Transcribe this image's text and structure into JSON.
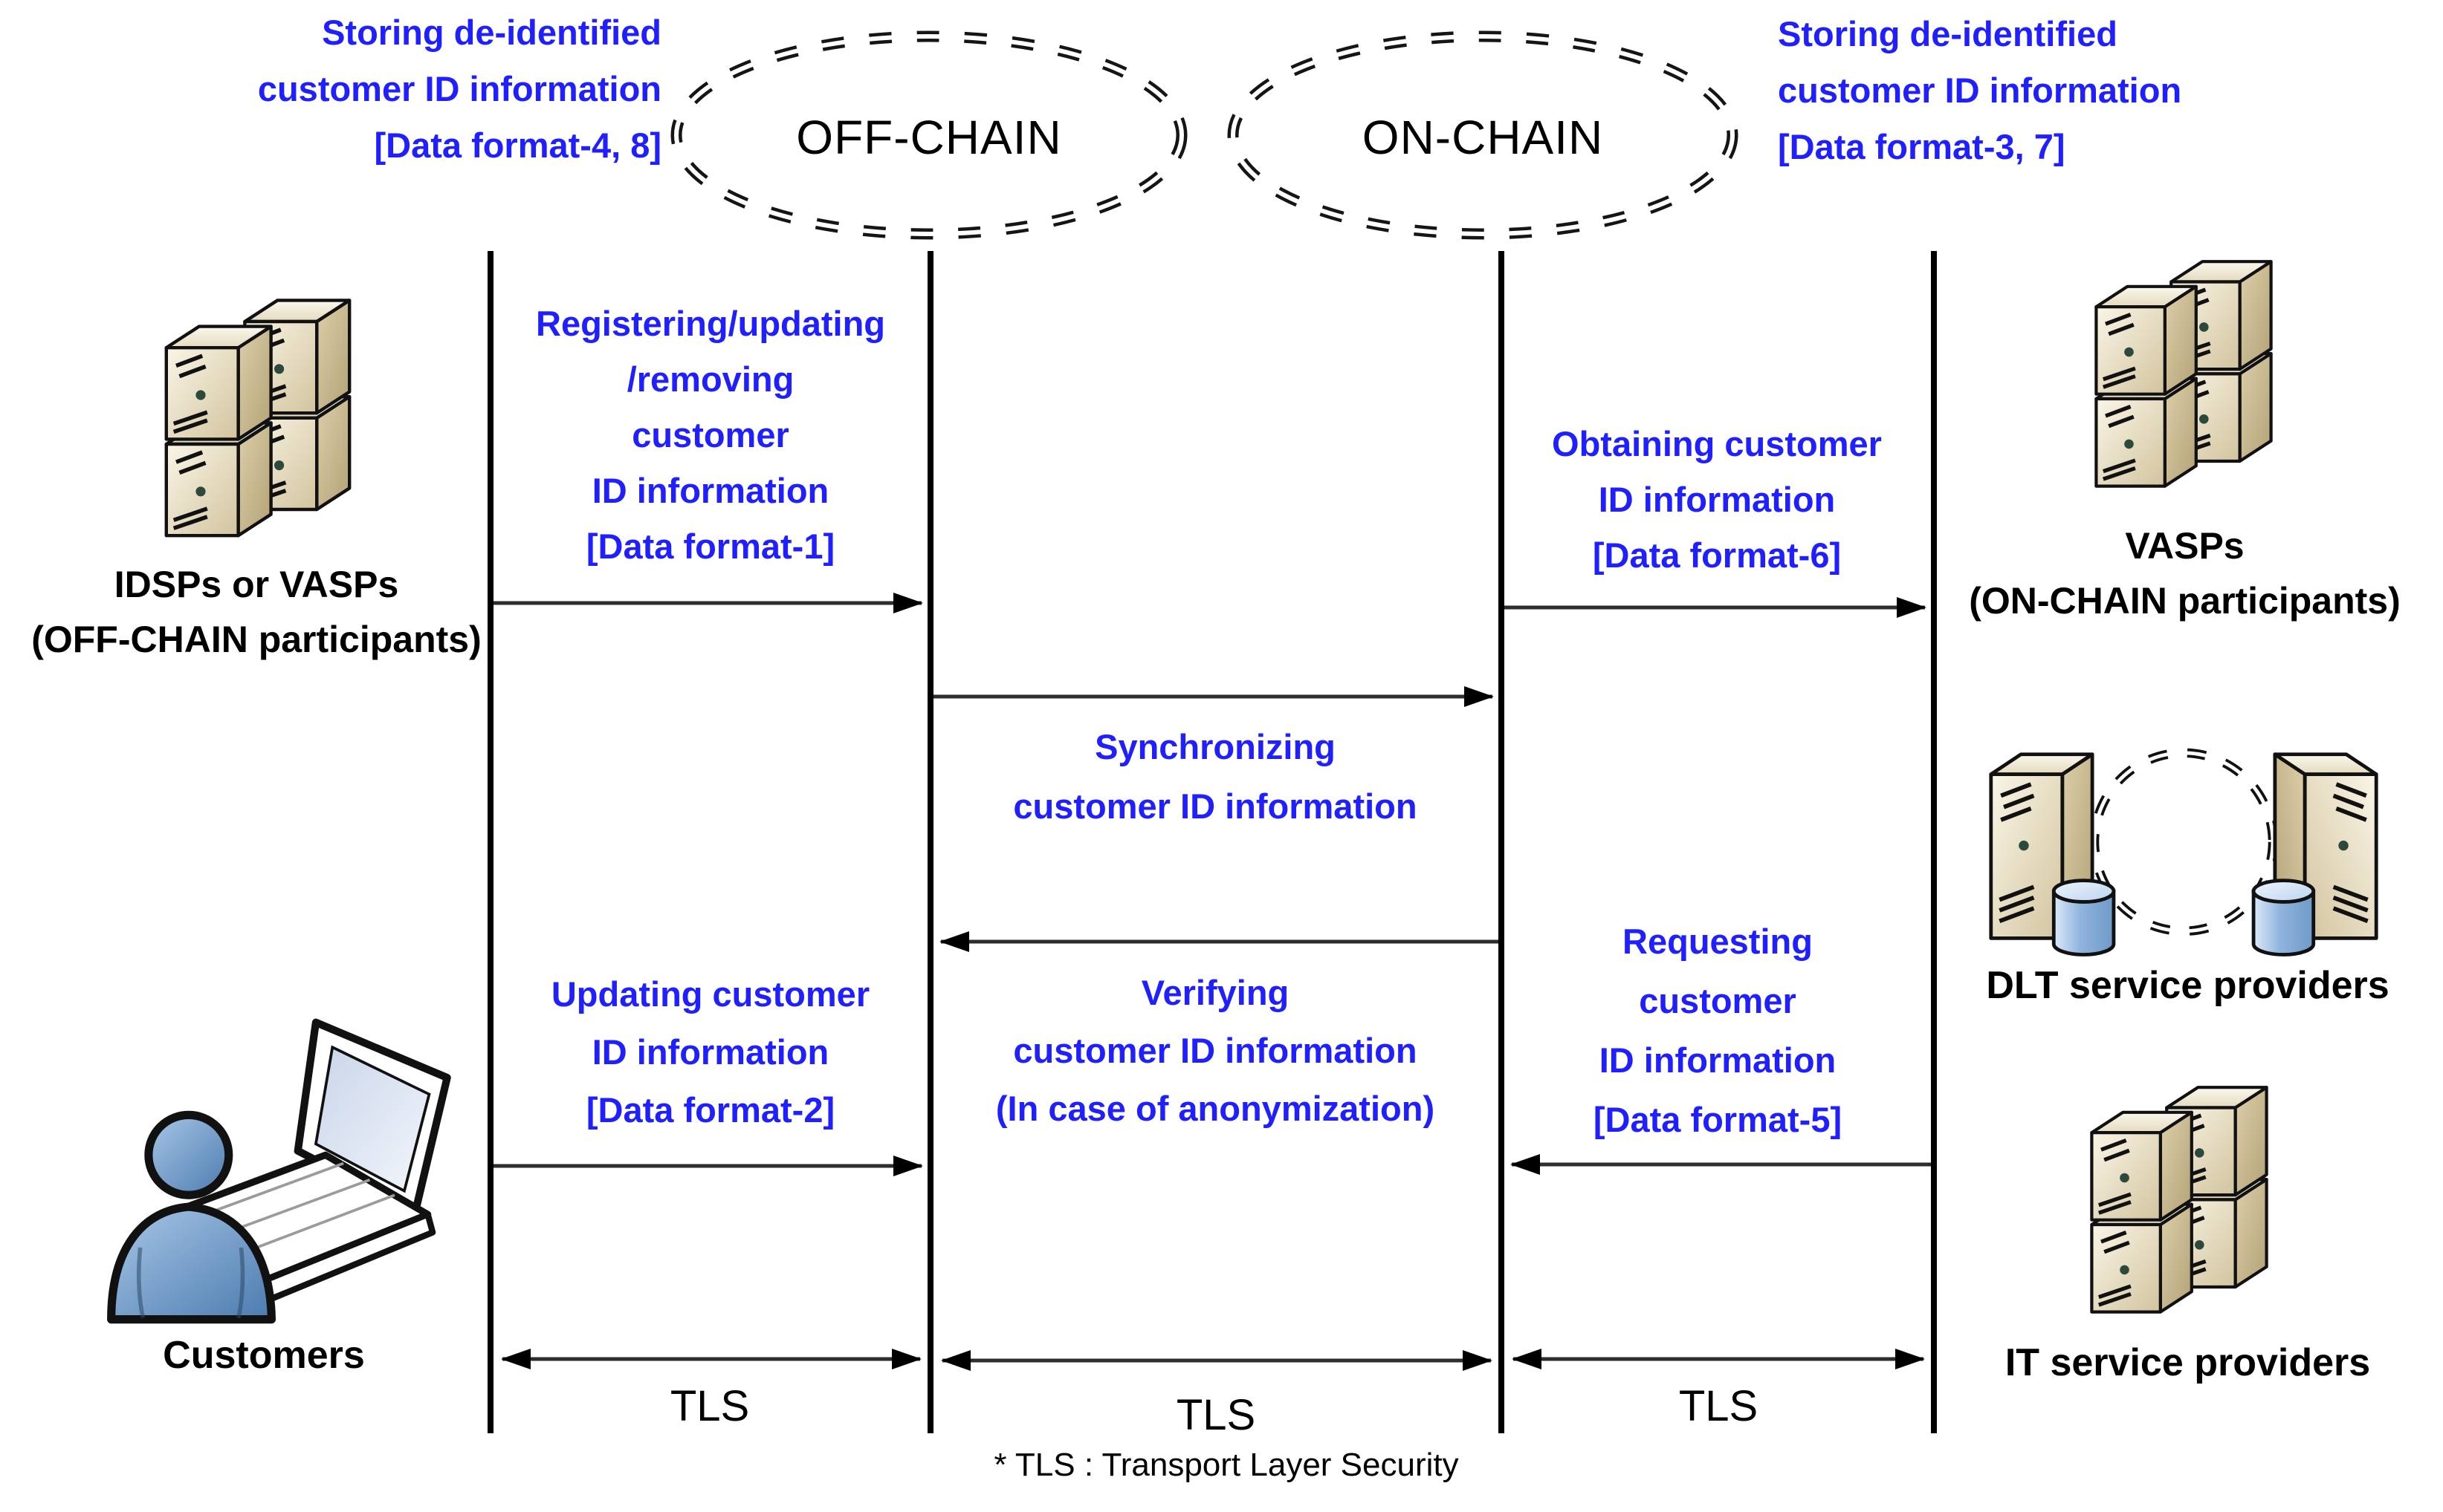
{
  "colors": {
    "annotation_blue": "#1f1fff",
    "line_black": "#000000",
    "server_beige": "#e7dcbd",
    "person_blue": "#6f9ccb"
  },
  "ellipses": {
    "off_chain": "OFF-CHAIN",
    "on_chain": "ON-CHAIN"
  },
  "annotations": {
    "storing_left": [
      "Storing de-identified",
      "customer ID information",
      "[Data format-4, 8]"
    ],
    "storing_right": [
      "Storing de-identified",
      "customer ID information",
      "[Data format-3, 7]"
    ]
  },
  "messages": {
    "registering": [
      "Registering/updating",
      "/removing",
      "customer",
      "ID information",
      "[Data format-1]"
    ],
    "obtaining": [
      "Obtaining customer",
      "ID information",
      "[Data format-6]"
    ],
    "synchronizing": [
      "Synchronizing",
      "customer ID information"
    ],
    "verifying": [
      "Verifying",
      "customer ID information",
      "(In case of anonymization)"
    ],
    "updating": [
      "Updating customer",
      "ID information",
      "[Data format-2]"
    ],
    "requesting": [
      "Requesting",
      "customer",
      "ID information",
      "[Data format-5]"
    ]
  },
  "actors": {
    "idsps": [
      "IDSPs or VASPs",
      "(OFF-CHAIN participants)"
    ],
    "customers": [
      "Customers"
    ],
    "vasps": [
      "VASPs",
      "(ON-CHAIN participants)"
    ],
    "dlt": [
      "DLT service providers"
    ],
    "it": [
      "IT service providers"
    ]
  },
  "tls": {
    "label_left": "TLS",
    "label_middle": "TLS",
    "label_right": "TLS",
    "footnote": "* TLS : Transport Layer Security"
  }
}
